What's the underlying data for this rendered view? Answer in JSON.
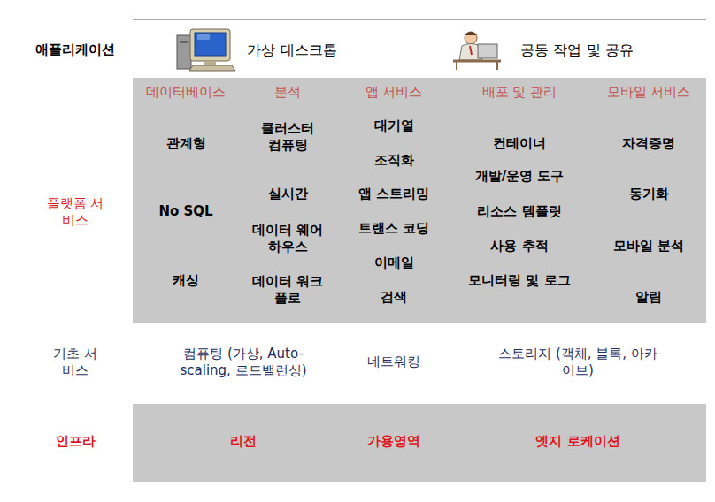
{
  "diagram": {
    "nodes": [
      {
        "text": [
          "플랫폼 서비스",
          "데이터베이스",
          "관계형",
          "No SQL",
          "캐싱",
          "분석",
          "클러스터 컴퓨팅",
          "실시간",
          "데이터 웨어하우스",
          "데이터 워크플로",
          "앱 서비스",
          "대기열",
          "조직화",
          "앱 스트리밍",
          "트랜스 코딩",
          "이메일",
          "검색",
          "배포 및 관리",
          "컨테이너",
          "개발/운영 도구",
          "리소스 템플릿",
          "사용 추적",
          "모니터링 및 로그",
          "모바일 서비스",
          "자격증명",
          "동기화",
          "모바일 분석",
          "알림"
        ]
      },
      {
        "text": [
          "인프라",
          "리전",
          "가용영역",
          "엣지 로케이션"
        ]
      }
    ],
    "labels": [
      "애플리케이션",
      "가상 데스크톱",
      "공동 작업 및 공유",
      "기초 서비스",
      "컴퓨팅 (가상, Auto-scaling, 로드밸런싱)",
      "네트워킹",
      "스토리지 (객체, 블록, 아카이브)"
    ]
  }
}
